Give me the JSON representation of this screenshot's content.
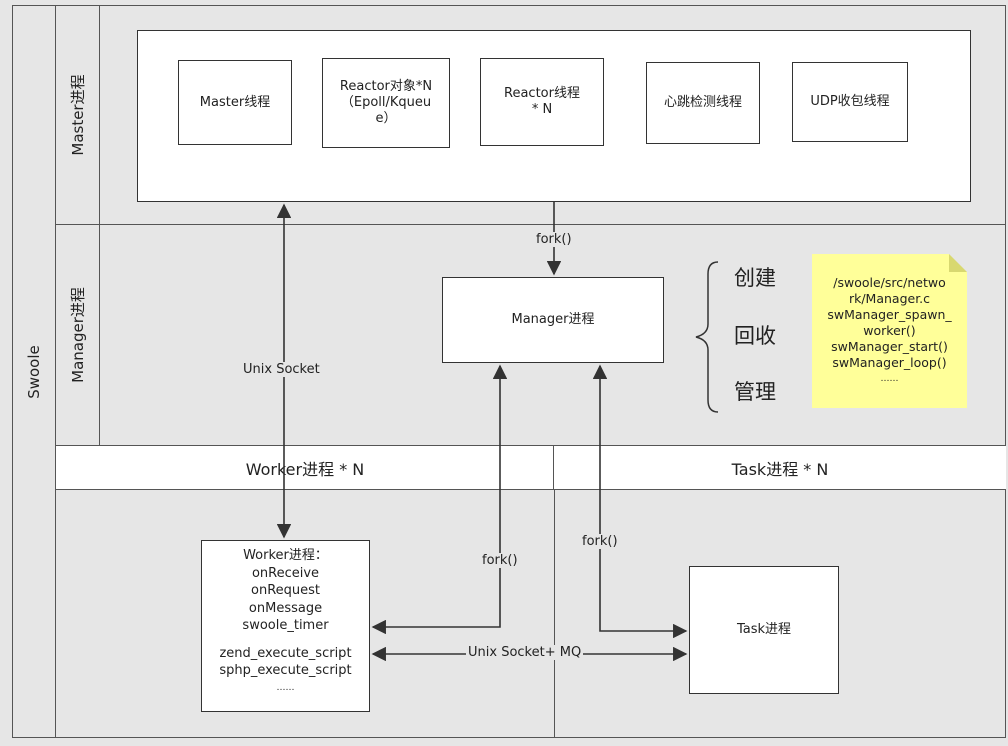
{
  "outer_label": "Swoole",
  "master": {
    "section_label": "Master进程",
    "boxes": [
      {
        "id": "master-thread",
        "text": "Master线程"
      },
      {
        "id": "reactor-object",
        "text": "Reactor对象*N\n（Epoll/Kqueu\ne）"
      },
      {
        "id": "reactor-thread",
        "text": "Reactor线程\n* N"
      },
      {
        "id": "heartbeat-thread",
        "text": "心跳检测线程"
      },
      {
        "id": "udp-thread",
        "text": "UDP收包线程"
      }
    ]
  },
  "manager": {
    "section_label": "Manager进程",
    "box_text": "Manager进程",
    "fork_label": "fork()",
    "unix_socket_label": "Unix Socket",
    "brace_items": [
      "创建",
      "回收",
      "管理"
    ],
    "note_lines": [
      "/swoole/src/netwo",
      "rk/Manager.c",
      "swManager_spawn_",
      "worker()",
      "swManager_start()",
      "swManager_loop()",
      "……"
    ]
  },
  "worker": {
    "header": "Worker进程 * N",
    "box_lines": [
      "Worker进程：",
      "onReceive",
      "onRequest",
      "onMessage",
      "swoole_timer",
      "",
      "zend_execute_script",
      "sphp_execute_script",
      "……"
    ],
    "fork_label": "fork()"
  },
  "task": {
    "header": "Task进程 * N",
    "box_text": "Task进程",
    "fork_label": "fork()"
  },
  "unix_socket_mq_label": "Unix Socket+ MQ",
  "colors": {
    "line": "#333333",
    "panel": "#e6e6e6",
    "box": "#ffffff",
    "note": "#ffff99"
  }
}
